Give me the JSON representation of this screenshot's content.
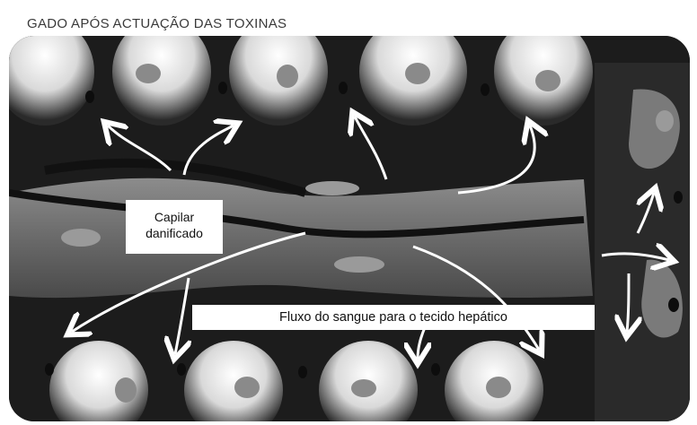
{
  "title": "GADO APÓS ACTUAÇÃO DAS TOXINAS",
  "labels": {
    "capilar_line1": "Capilar",
    "capilar_line2": "danificado",
    "fluxo": "Fluxo do sangue para o tecido hepático"
  },
  "icons": [
    "arrow-icon"
  ],
  "colors": {
    "tissue_dark": "#1c1c1c",
    "tissue_light": "#f2f2f2",
    "capillary": "#6e6e6e",
    "arrow": "#ffffff"
  }
}
